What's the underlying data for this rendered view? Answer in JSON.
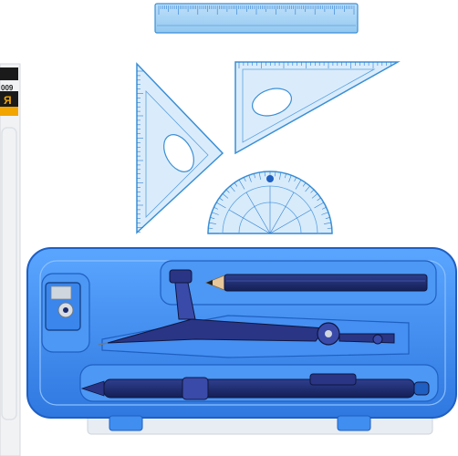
{
  "product": {
    "package_edge_text": "009",
    "package_cyrillic": "Я"
  },
  "palette": {
    "ruler_blue": "#8cc4ee",
    "ruler_edge": "#3a8fd6",
    "case_blue": "#3f8ef0",
    "case_dark": "#1f5fc2",
    "pencil_navy": "#1a2a6b",
    "compass_navy": "#2a3585",
    "package_orange": "#f2a400",
    "package_black": "#1a1a1a"
  },
  "items": [
    {
      "name": "straight-ruler"
    },
    {
      "name": "set-square-45"
    },
    {
      "name": "set-square-30-60"
    },
    {
      "name": "protractor"
    },
    {
      "name": "pencil-case"
    },
    {
      "name": "sharpener"
    },
    {
      "name": "pencil"
    },
    {
      "name": "compass"
    },
    {
      "name": "mechanical-pencil"
    }
  ]
}
